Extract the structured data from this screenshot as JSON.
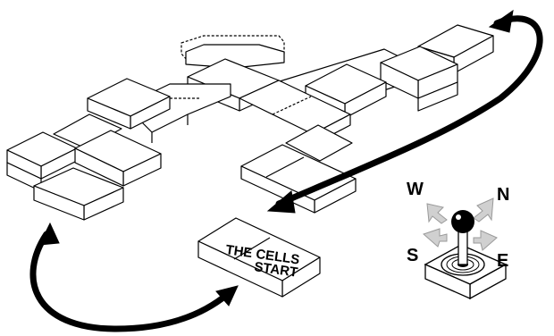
{
  "start_block": {
    "line1": "THE CELLS",
    "line2": "START"
  },
  "compass": {
    "west": "W",
    "north": "N",
    "south": "S",
    "east": "E"
  },
  "colors": {
    "ink": "#000000",
    "paper": "#ffffff",
    "arrow_gray": "#bfbfbf"
  },
  "icons": {
    "joystick": "joystick-icon",
    "route_arrows": "curved-arrow-icon"
  }
}
